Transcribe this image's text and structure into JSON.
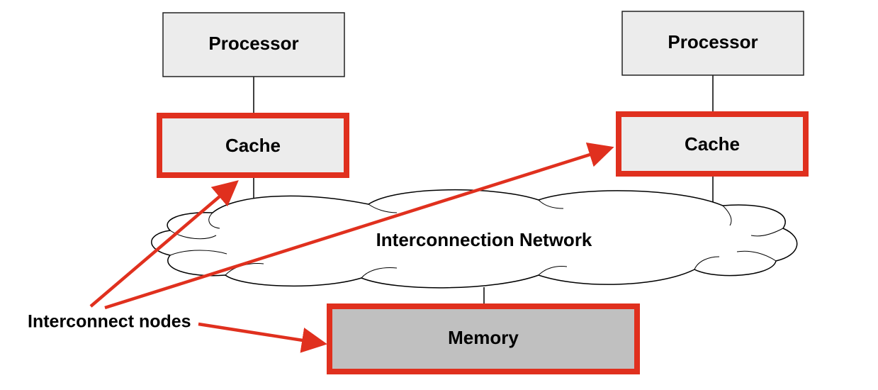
{
  "nodes": {
    "processor_left": "Processor",
    "processor_right": "Processor",
    "cache_left": "Cache",
    "cache_right": "Cache",
    "network": "Interconnection Network",
    "memory": "Memory"
  },
  "callout": {
    "label": "Interconnect nodes"
  },
  "colors": {
    "highlight": "#e0301e",
    "box_fill": "#ececec",
    "memory_fill": "#c0c0c0",
    "line": "#000000"
  }
}
